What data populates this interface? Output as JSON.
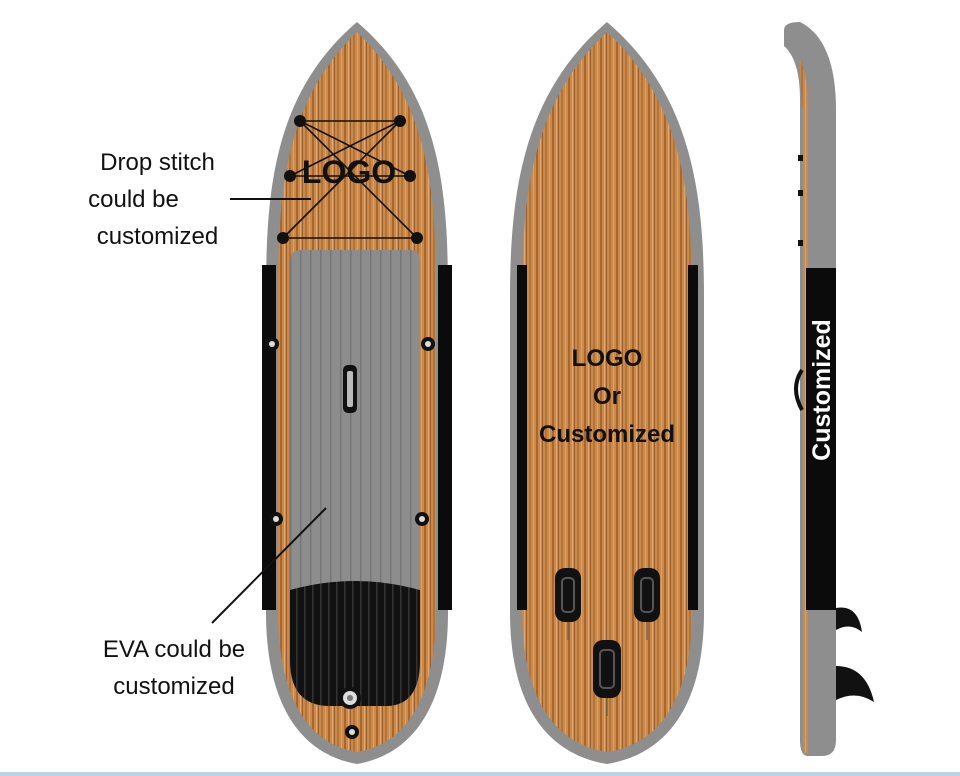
{
  "annotations": {
    "drop_stitch": [
      "Drop stitch",
      "could be",
      "customized"
    ],
    "eva": [
      "EVA could be",
      "customized"
    ]
  },
  "deck_board": {
    "logo_text": "LOGO"
  },
  "bottom_board": {
    "lines": [
      "LOGO",
      "Or",
      "Customized"
    ]
  },
  "side_board": {
    "rail_text": "Customized"
  },
  "colors": {
    "wood_base": "#c98a4a",
    "wood_dark": "#9c5d2a",
    "wood_light": "#dca066",
    "rail_gray": "#8e8e8e",
    "pad_gray": "#8a8a8a",
    "pad_black": "#111111",
    "black_band": "#0b0b0b"
  }
}
